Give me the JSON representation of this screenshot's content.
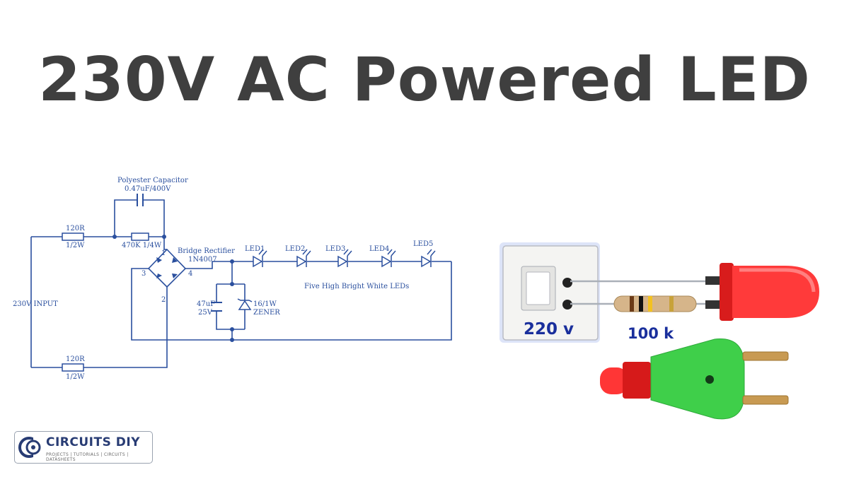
{
  "title": "230V AC Powered LED",
  "schematic": {
    "cap_label_1": "Polyester Capacitor",
    "cap_label_2": "0.47uF/400V",
    "r1_value": "120R",
    "r1_power": "1/2W",
    "r_parallel": "470K 1/4W",
    "r2_value": "120R",
    "r2_power": "1/2W",
    "input_label": "230V INPUT",
    "bridge_label_1": "Bridge Rectifier",
    "bridge_label_2": "1N4007",
    "pin1": "1",
    "pin2": "2",
    "pin3": "3",
    "pin4": "4",
    "cap2_label_1": "47uF",
    "cap2_label_2": "25V",
    "zener_label_1": "16/1W",
    "zener_label_2": "ZENER",
    "leds": [
      "LED1",
      "LED2",
      "LED3",
      "LED4",
      "LED5"
    ],
    "led_caption": "Five High Bright White LEDs"
  },
  "illustration": {
    "voltage_label": "220 v",
    "resistor_label": "100 k"
  },
  "logo": {
    "name": "CIRCUITS DIY",
    "tagline": "PROJECTS | TUTORIALS | CIRCUITS | DATASHEETS"
  },
  "colors": {
    "title": "#3f3f3f",
    "schematic": "#2a4f9e",
    "label_blue": "#1a2f9c",
    "led_red": "#e02020",
    "plug_green": "#3fcf4a"
  }
}
